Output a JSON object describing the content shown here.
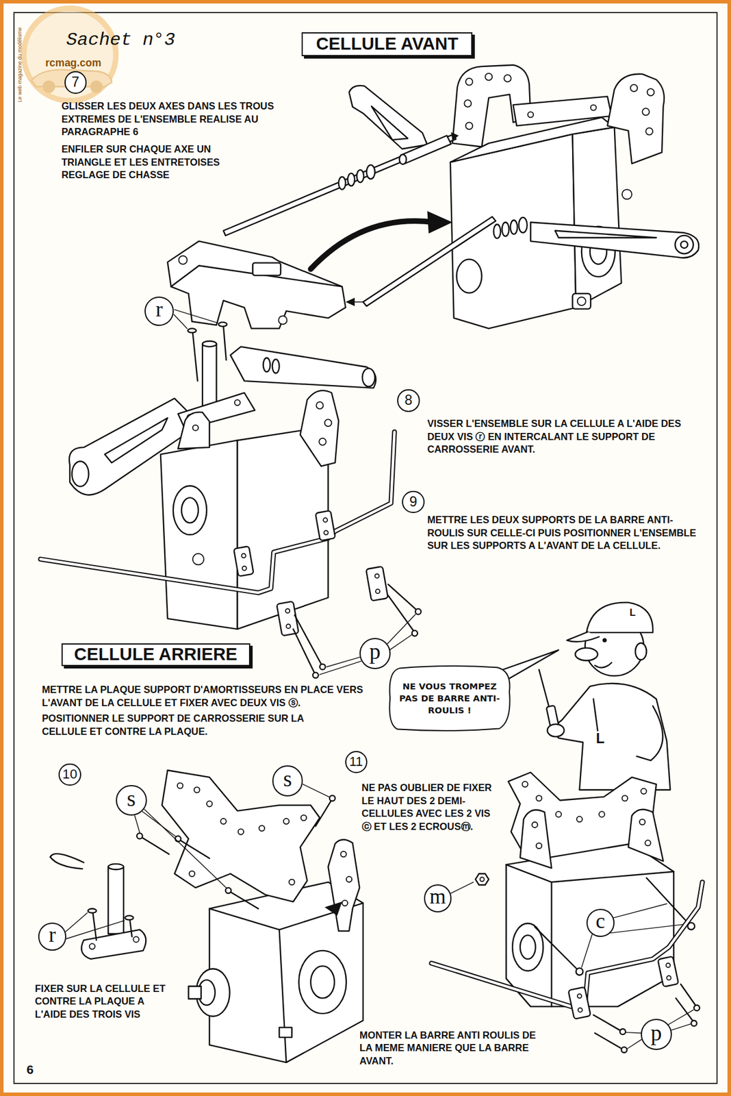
{
  "diagram": {
    "title": "Sachet n°3",
    "nodes": [
      {
        "text": [
          "CELLULE AVANT"
        ]
      },
      {
        "text": [
          "7"
        ]
      },
      {
        "text": [
          "r"
        ]
      },
      {
        "text": [
          "8"
        ]
      },
      {
        "text": [
          "9"
        ]
      },
      {
        "text": [
          "p"
        ]
      },
      {
        "text": [
          "CELLULE ARRIERE"
        ]
      },
      {
        "text": [
          "NE VOUS TROMPEZ PAS DE BARRE ANTI-ROULIS !"
        ]
      },
      {
        "text": [
          "s"
        ]
      },
      {
        "text": [
          "s"
        ]
      },
      {
        "text": [
          "11"
        ]
      },
      {
        "text": [
          "10"
        ]
      },
      {
        "text": [
          "r"
        ]
      },
      {
        "text": [
          "m"
        ]
      },
      {
        "text": [
          "c"
        ]
      },
      {
        "text": [
          "p"
        ]
      }
    ],
    "labels": [
      "rcmag.com",
      "Le web magazine du modélisme",
      "GLISSER LES DEUX AXES DANS LES TROUS EXTREMES DE L'ENSEMBLE REALISE AU PARAGRAPHE 6",
      "ENFILER SUR CHAQUE AXE UN TRIANGLE ET LES ENTRETOISES REGLAGE DE CHASSE",
      "VISSER L'ENSEMBLE SUR LA CELLULE A L'AIDE DES DEUX VIS ⓡ EN INTERCALANT LE SUPPORT DE CARROSSERIE AVANT.",
      "METTRE LES DEUX SUPPORTS DE LA BARRE ANTI-ROULIS SUR CELLE-CI PUIS POSITIONNER L'ENSEMBLE SUR LES SUPPORTS A L'AVANT DE LA CELLULE.",
      "METTRE LA PLAQUE SUPPORT D'AMORTISSEURS EN PLACE VERS L'AVANT DE LA CELLULE ET FIXER AVEC DEUX VIS ⓢ.",
      "POSITIONNER LE SUPPORT DE CARROSSERIE SUR LA CELLULE ET CONTRE LA PLAQUE.",
      "NE PAS OUBLIER DE FIXER LE HAUT DES 2 DEMI-CELLULES AVEC LES 2 VIS ⓒ ET LES 2 ECROUSⓜ.",
      "L",
      "L",
      "FIXER SUR LA CELLULE ET CONTRE LA PLAQUE A L'AIDE DES TROIS VIS",
      "MONTER LA BARRE ANTI ROULIS DE LA MEME MANIERE QUE LA BARRE AVANT.",
      "6"
    ]
  }
}
